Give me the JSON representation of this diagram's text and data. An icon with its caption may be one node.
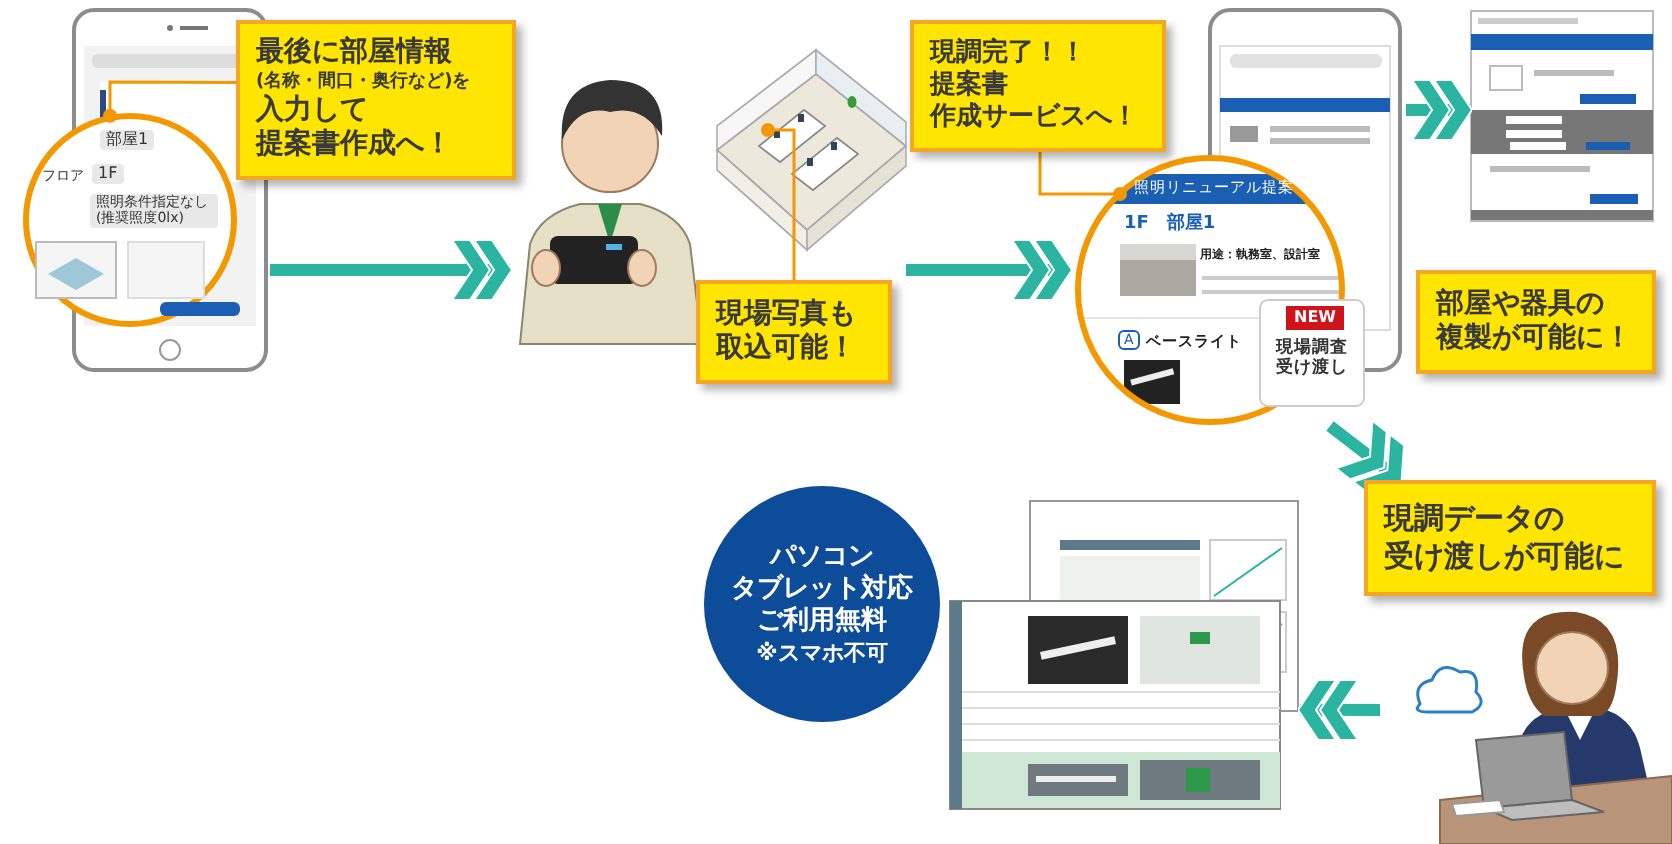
{
  "diagram": {
    "nodes": [
      {
        "text": [
          "最後に部屋情報",
          "(名称・間口・奥行など)を",
          "入力して",
          "提案書作成へ！"
        ]
      },
      {
        "text": [],
        "shape": "picture"
      },
      {
        "text": [],
        "shape": "person"
      },
      {
        "text": [],
        "shape": "picture"
      },
      {
        "text": [
          "現場写真も",
          "取込可能！"
        ]
      },
      {
        "text": [
          "現調完了！！",
          "提案書",
          "作成サービスへ！"
        ]
      },
      {
        "text": [],
        "shape": "picture"
      },
      {
        "text": [],
        "shape": "picture"
      },
      {
        "text": [
          "部屋や器具の",
          "複製が可能に！"
        ]
      },
      {
        "text": [
          "パソコン",
          "タブレット対応",
          "ご利用無料",
          "※スマホ不可"
        ]
      },
      {
        "text": [],
        "shape": "picture"
      },
      {
        "text": [
          "現調データの",
          "受け渡しが可能に"
        ]
      },
      {
        "text": [],
        "shape": "person"
      }
    ],
    "edges": [
      {
        "from": 0,
        "to": 1,
        "arrow": "other",
        "color": "#f39800"
      },
      {
        "from": 1,
        "to": 2,
        "arrow": "to"
      },
      {
        "from": 4,
        "to": 3,
        "arrow": "other",
        "color": "#f39800"
      },
      {
        "from": 3,
        "to": 6,
        "arrow": "to"
      },
      {
        "from": 5,
        "to": 6,
        "arrow": "other",
        "color": "#f39800"
      },
      {
        "from": 6,
        "to": 7,
        "arrow": "to"
      },
      {
        "from": 6,
        "to": 11,
        "arrow": "to"
      },
      {
        "from": 12,
        "to": 10,
        "arrow": "to"
      }
    ],
    "labels": [
      "部屋1",
      "フロア",
      "1F",
      "照明条件指定なし(推奨照度0lx)",
      "照明リニューアル提案",
      "1F　部屋1",
      "用途：執務室、設計室",
      "NEW",
      "現場調査受け渡し",
      "A",
      "ベースライト"
    ]
  }
}
